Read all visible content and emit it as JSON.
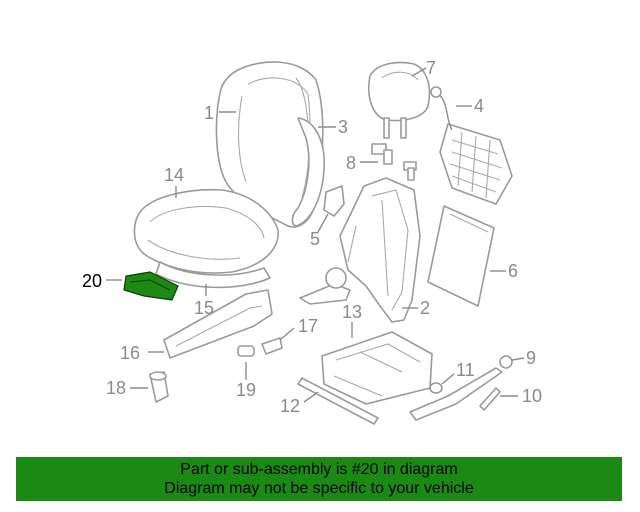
{
  "callouts": {
    "c1": "1",
    "c2": "2",
    "c3": "3",
    "c4": "4",
    "c5": "5",
    "c6": "6",
    "c7": "7",
    "c8": "8",
    "c9": "9",
    "c10": "10",
    "c11": "11",
    "c12": "12",
    "c13": "13",
    "c14": "14",
    "c15": "15",
    "c16": "16",
    "c17": "17",
    "c18": "18",
    "c19": "19",
    "c20": "20"
  },
  "highlight": {
    "part_number": "20",
    "color": "#1e8a14"
  },
  "banner": {
    "line1": "Part or sub-assembly is #20 in diagram",
    "line2": "Diagram may not be specific to your vehicle",
    "background": "#1a8a14"
  }
}
